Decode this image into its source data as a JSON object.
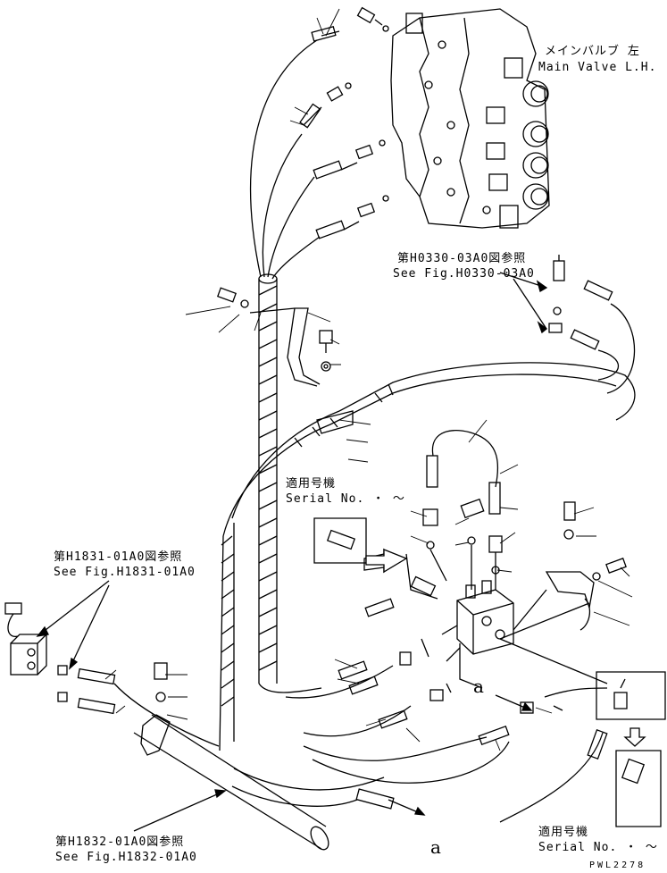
{
  "labels": {
    "main_valve_jp": "メインバルブ 左",
    "main_valve_en": "Main Valve L.H.",
    "ref_h0330_jp": "第H0330-03A0図参照",
    "ref_h0330_en": "See Fig.H0330-03A0",
    "ref_h1831_jp": "第H1831-01A0図参照",
    "ref_h1831_en": "See Fig.H1831-01A0",
    "ref_h1832_jp": "第H1832-01A0図参照",
    "ref_h1832_en": "See Fig.H1832-01A0",
    "serial_jp_1": "適用号機",
    "serial_en_1": "Serial No.  ・ ～",
    "serial_jp_2": "適用号機",
    "serial_en_2": "Serial No.  ・ ～",
    "letter_a1": "a",
    "letter_a2": "a",
    "drawing_code": "PWL2278"
  },
  "icons": {
    "main_valve": "main-valve-assembly-icon",
    "solenoid_block": "solenoid-valve-block-icon",
    "arrow": "callout-arrow-icon"
  }
}
